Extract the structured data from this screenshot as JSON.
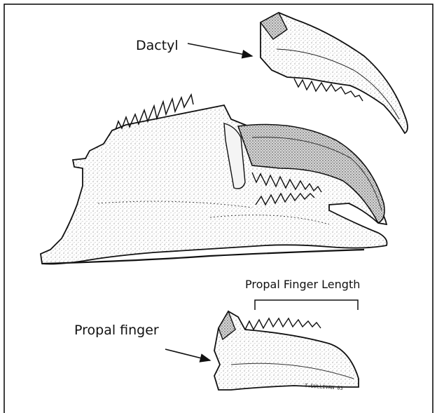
{
  "labels": {
    "dactyl": "Dactyl",
    "propal_finger_length": "Propal Finger Length",
    "propal_finger": "Propal finger",
    "signature": "T.SULLIVAN 03"
  },
  "colors": {
    "border": "#000000",
    "ink": "#1a1a1a",
    "stipple": "#9a9a9a",
    "background": "#ffffff"
  }
}
